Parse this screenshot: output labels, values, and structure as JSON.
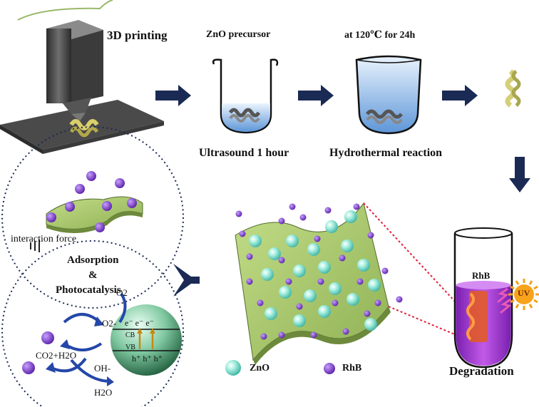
{
  "labels": {
    "printing": "3D printing",
    "zno_precursor": "ZnO precursor",
    "hydro_condition": "at 120℃ for 24h",
    "ultrasound": "Ultrasound 1 hour",
    "hydrothermal": "Hydrothermal reaction",
    "interaction_force": "interaction force",
    "adsorption": "Adsorption",
    "ampersand": "&",
    "photocatalysis": "Photocatalysis",
    "degradation": "Degradation",
    "rhb_tube": "RhB",
    "uv": "UV"
  },
  "legend": {
    "zno": "ZnO",
    "rhb": "RhB"
  },
  "mechanism": {
    "o2": "O2",
    "o2_radical": "O2-",
    "co2_h2o": "CO2+H2O",
    "oh": "OH-",
    "h2o": "H2O",
    "cb": "CB",
    "vb": "VB",
    "electrons": "e⁻ e⁻ e⁻",
    "holes": "h⁺ h⁺ h⁺"
  },
  "colors": {
    "arrow": "#1a2a55",
    "sheet": "#a9c86a",
    "zno": "#8fe3d2",
    "rhb": "#7b3fc9",
    "water": "#6fa5e0",
    "uv": "#f2a21a",
    "tube_liquid": "#a23ad1"
  }
}
